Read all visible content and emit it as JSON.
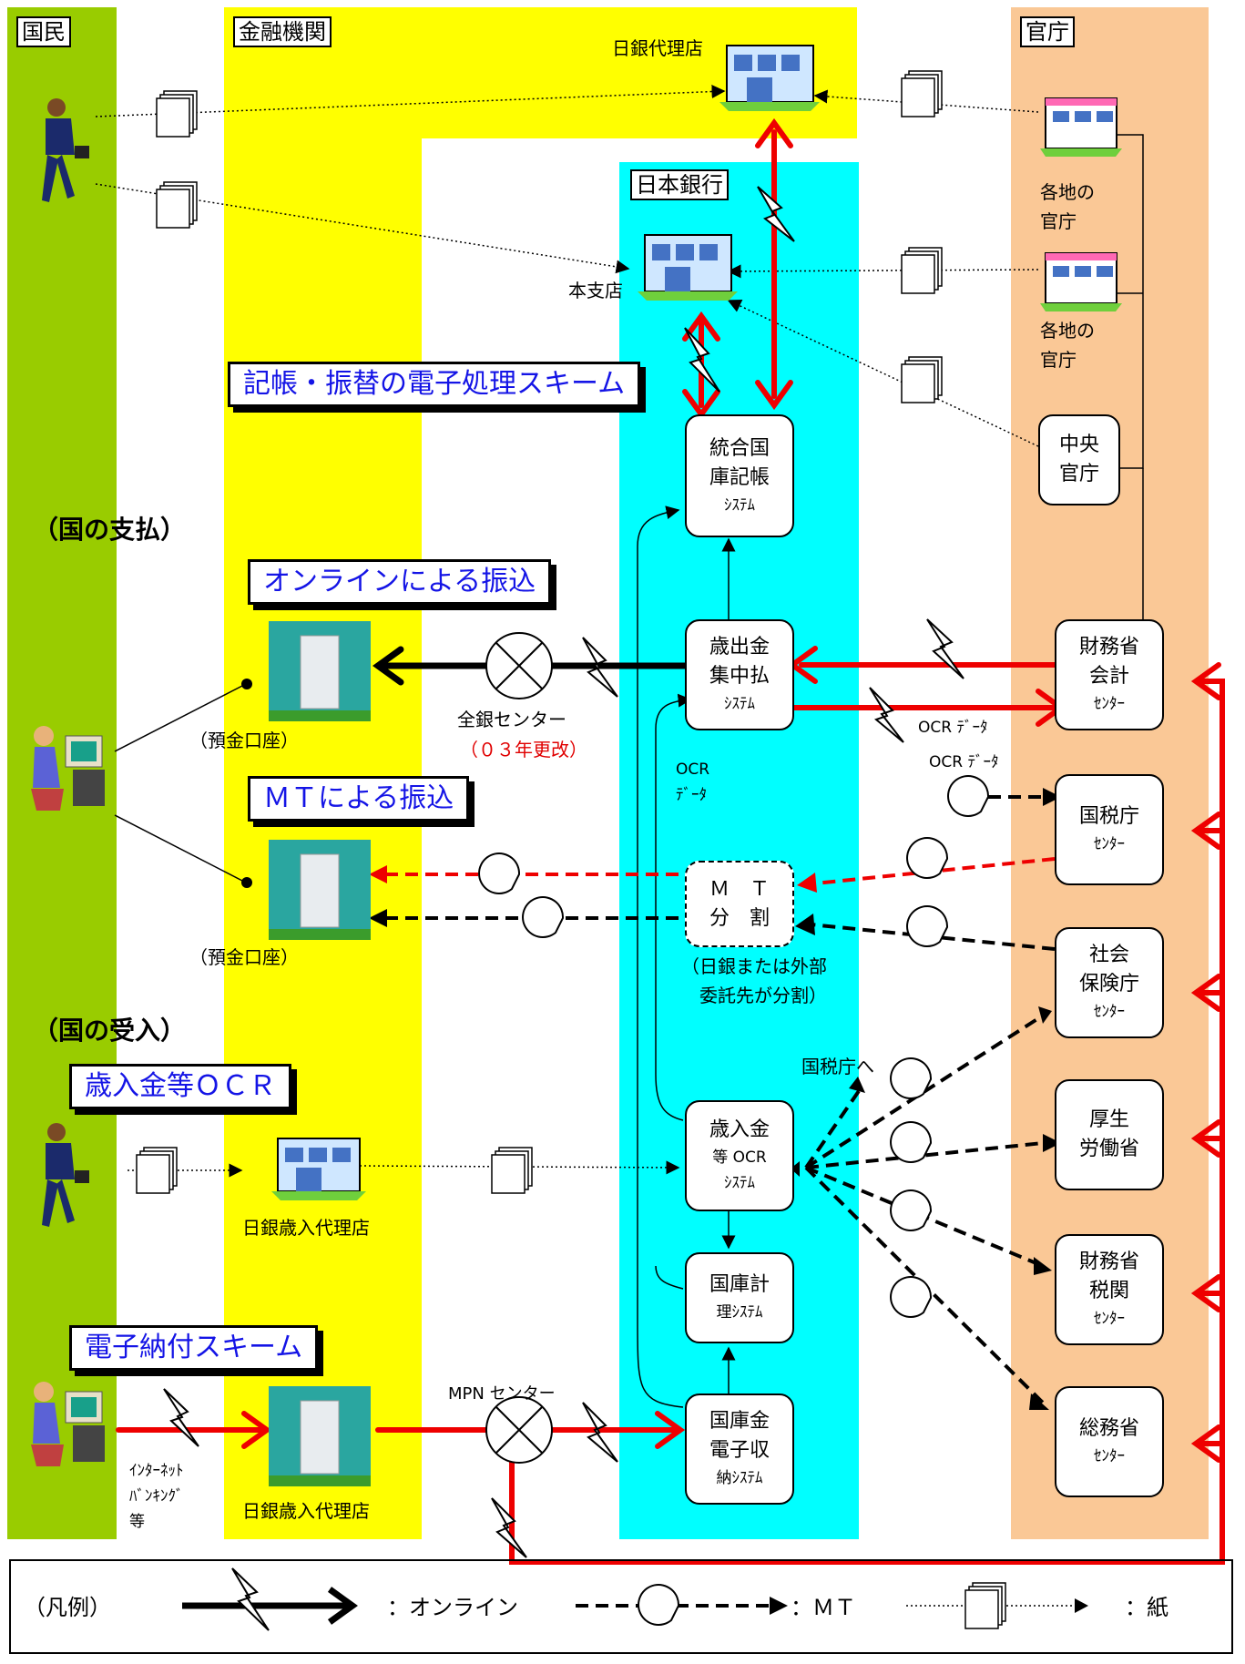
{
  "lanes": {
    "kokumin": "国民",
    "kinyu": "金融機関",
    "nichigin": "日本銀行",
    "kancho": "官庁"
  },
  "sections": {
    "payment": "（国の支払）",
    "receipt": "（国の受入）"
  },
  "schemes": {
    "kicho": "記帳・振替の電子処理スキーム",
    "online": "オンラインによる振込",
    "mt": "ＭＴによる振込",
    "ocr": "歳入金等ＯＣＲ",
    "denshi": "電子納付スキーム"
  },
  "systems": {
    "togo": [
      "統合国",
      "庫記帳",
      "ｼｽﾃﾑ"
    ],
    "saishutsu": [
      "歳出金",
      "集中払",
      "ｼｽﾃﾑ"
    ],
    "mt_split": [
      "Ｍ　Ｔ",
      "分　割"
    ],
    "sainyu": [
      "歳入金",
      "等 OCR",
      "ｼｽﾃﾑ"
    ],
    "keiri": [
      "国庫計",
      "理ｼｽﾃﾑ"
    ],
    "shuno": [
      "国庫金",
      "電子収",
      "納ｼｽﾃﾑ"
    ]
  },
  "ministries": {
    "chuo": [
      "中央",
      "官庁"
    ],
    "zaimu_kaikei": [
      "財務省",
      "会計",
      "ｾﾝﾀｰ"
    ],
    "kokuzei": [
      "国税庁",
      "ｾﾝﾀｰ"
    ],
    "shakai": [
      "社会",
      "保険庁",
      "ｾﾝﾀｰ"
    ],
    "kosei": [
      "厚生",
      "労働省"
    ],
    "zaimu_zeikan": [
      "財務省",
      "税関",
      "ｾﾝﾀｰ"
    ],
    "somu": [
      "総務省",
      "ｾﾝﾀｰ"
    ]
  },
  "labels": {
    "nichigin_dairi": "日銀代理店",
    "honshiten": "本支店",
    "kakuchi1": [
      "各地の",
      "官庁"
    ],
    "kakuchi2": [
      "各地の",
      "官庁"
    ],
    "yokin1": "（預金口座）",
    "yokin2": "（預金口座）",
    "zengin": "全銀センター",
    "zengin_note": "（０３年更改）",
    "ocr_data1": "OCR ﾃﾞｰﾀ",
    "ocr_data2": "OCR ﾃﾞｰﾀ",
    "ocr_vertical": [
      "OCR",
      "ﾃﾞｰﾀ"
    ],
    "mt_note": [
      "（日銀または外部",
      "委託先が分割）"
    ],
    "kokuzeicho_he": "国税庁へ",
    "sainyu_dairi1": "日銀歳入代理店",
    "sainyu_dairi2": "日銀歳入代理店",
    "internet": [
      "ｲﾝﾀｰﾈｯﾄ",
      "ﾊﾞﾝｷﾝｸﾞ",
      "等"
    ],
    "mpn": "MPN センター"
  },
  "legend": {
    "title": "（凡例）",
    "online": "：オンライン",
    "mt": "：ＭＴ",
    "paper": "：紙"
  },
  "colors": {
    "kokumin_lane": "#99cc00",
    "kinyu_lane": "#ffff00",
    "nichigin_lane": "#00ffff",
    "kancho_lane": "#fac896",
    "online_arrow": "#ff0000",
    "scheme_text": "#1414e6"
  }
}
